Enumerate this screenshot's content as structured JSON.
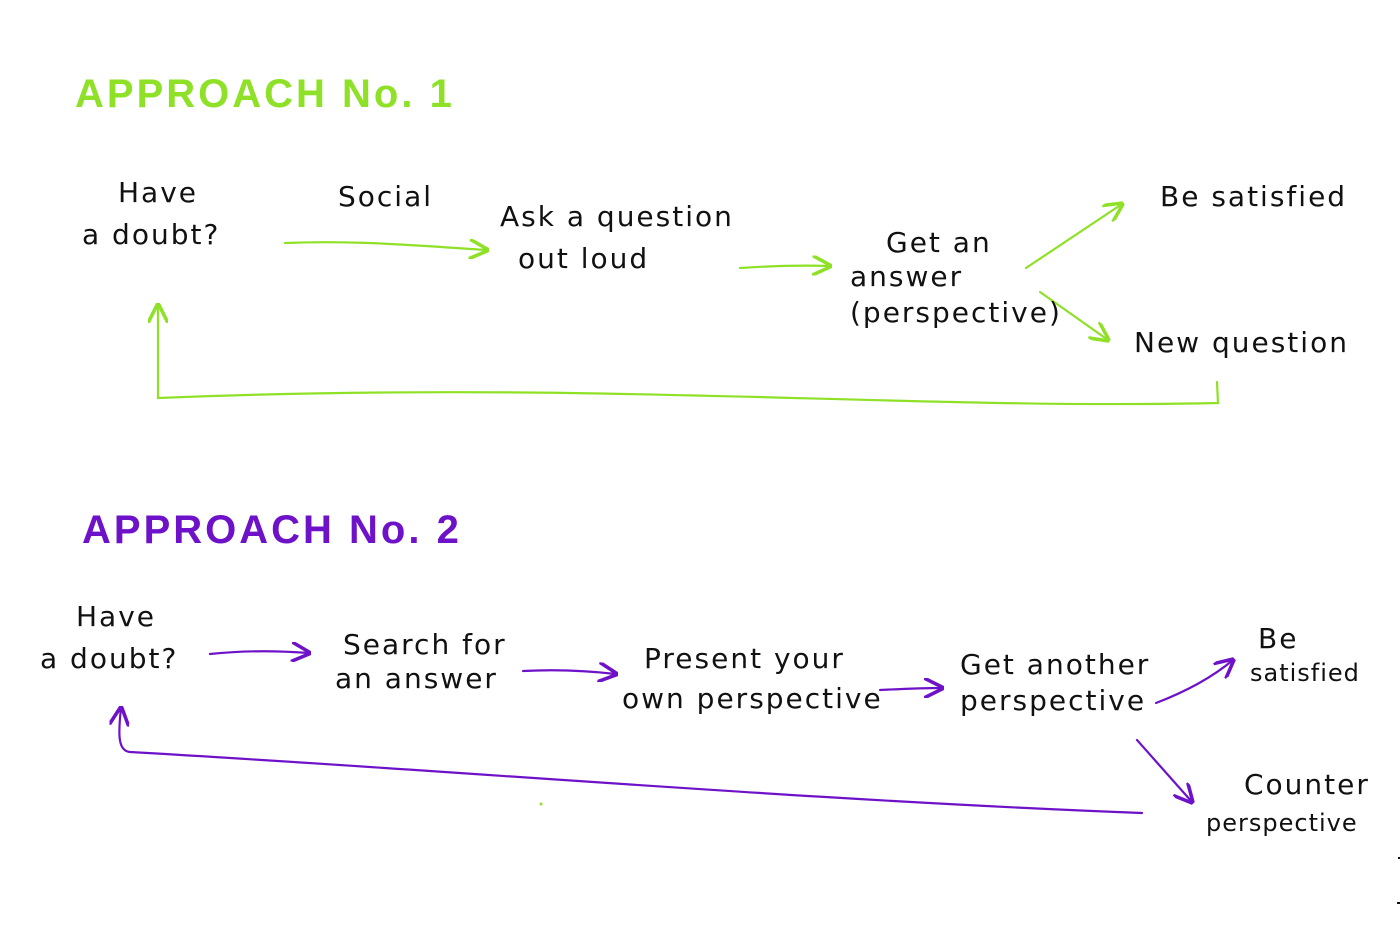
{
  "colors": {
    "approach1": "#8ee126",
    "approach2": "#6e12c9",
    "ink": "#111111"
  },
  "approach1": {
    "title": "APPROACH No. 1",
    "have_doubt": [
      "Have",
      "a doubt?"
    ],
    "social": "Social",
    "ask_question": [
      "Ask a question",
      "out loud"
    ],
    "get_answer": [
      "Get an",
      "answer",
      "(perspective)"
    ],
    "be_satisfied": "Be satisfied",
    "new_question": "New question"
  },
  "approach2": {
    "title": "APPROACH No. 2",
    "have_doubt": [
      "Have",
      "a doubt?"
    ],
    "search": [
      "Search for",
      "an answer"
    ],
    "present": [
      "Present your",
      "own perspective"
    ],
    "get_another": [
      "Get another",
      "perspective"
    ],
    "be_satisfied": [
      "Be",
      "satisfied"
    ],
    "counter": [
      "Counter",
      "perspective"
    ]
  }
}
